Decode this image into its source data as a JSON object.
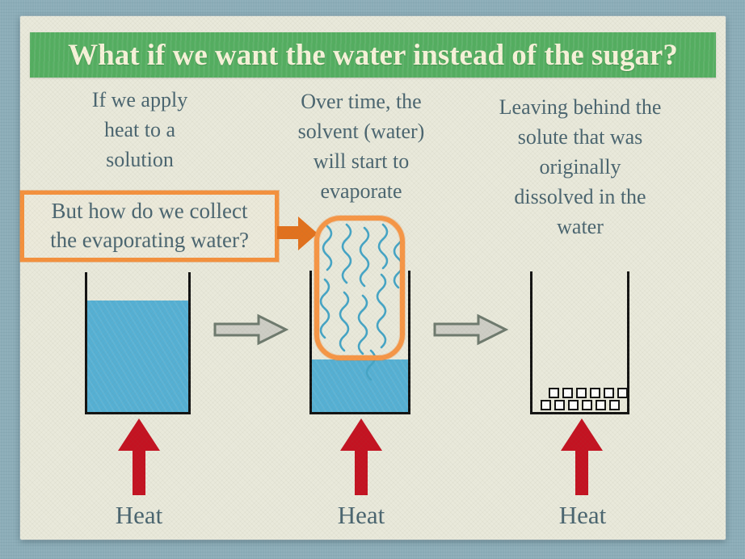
{
  "title": "What if we want the water instead of the sugar?",
  "captions": {
    "stage1": "If we apply\nheat to a\nsolution",
    "stage2": "Over time, the\nsolvent (water)\nwill start to\nevaporate",
    "stage3": "Leaving behind the\nsolute that was\noriginally\ndissolved in the\nwater"
  },
  "callout": "But how do we collect\nthe evaporating water?",
  "heat": {
    "label1": "Heat",
    "label2": "Heat",
    "label3": "Heat"
  },
  "diagram": {
    "sugar_rows": [
      6,
      6
    ]
  },
  "colors": {
    "backdrop": "#8cadb8",
    "slide": "#e9e9db",
    "banner_green": "#53ae60",
    "banner_text": "#f7f3da",
    "body_text": "#4a6570",
    "water_blue": "#55b0d4",
    "vapor_blue": "#45a5c6",
    "outline_orange": "#f79646",
    "arrow_orange": "#e2711d",
    "heat_red": "#c41221",
    "gray_arrow_fill": "#cecec6",
    "gray_arrow_stroke": "#6e7a6e",
    "beaker_stroke": "#121212"
  }
}
